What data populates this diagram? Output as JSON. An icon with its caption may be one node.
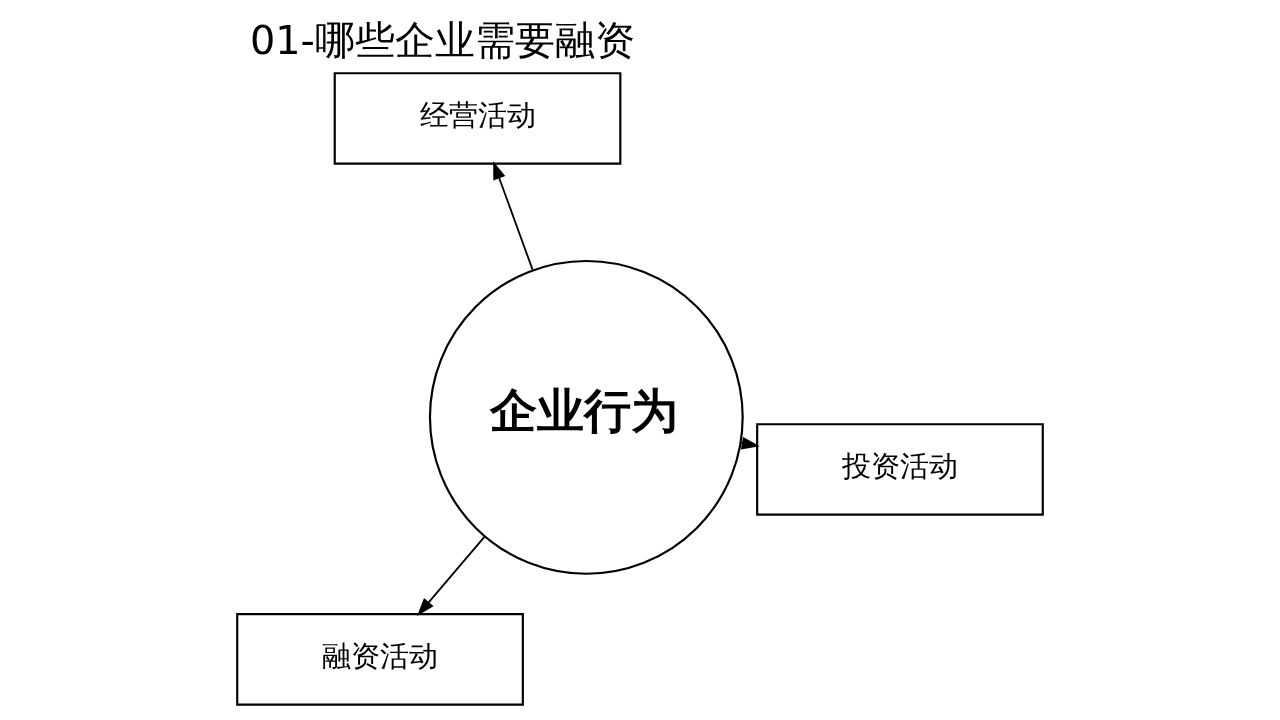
{
  "diagram": {
    "title": "01-哪些企业需要融资",
    "nodes": [
      {
        "text": [
          "企业行为"
        ]
      },
      {
        "text": [
          "经营活动"
        ]
      },
      {
        "text": [
          "投资活动"
        ]
      },
      {
        "text": [
          "融资活动"
        ]
      }
    ],
    "edges": [
      {
        "from": 0,
        "to": 1,
        "arrow": "to"
      },
      {
        "from": 0,
        "to": 2,
        "arrow": "to"
      },
      {
        "from": 0,
        "to": 3,
        "arrow": "to"
      }
    ]
  }
}
